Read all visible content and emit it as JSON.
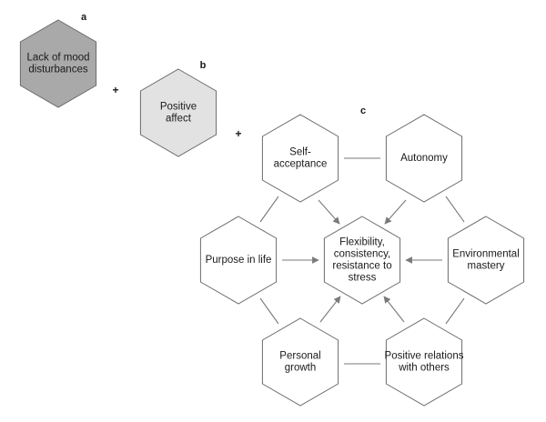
{
  "panels": {
    "a": "a",
    "b": "b",
    "c": "c"
  },
  "plus_signs": [
    "+",
    "+"
  ],
  "hexagons": {
    "lack_of_mood_disturbances": [
      "Lack of mood",
      "disturbances"
    ],
    "positive_affect": [
      "Positive",
      "affect"
    ],
    "self_acceptance": [
      "Self-",
      "acceptance"
    ],
    "autonomy": [
      "Autonomy"
    ],
    "purpose_in_life": [
      "Purpose in life"
    ],
    "center": [
      "Flexibility,",
      "consistency,",
      "resistance to",
      "stress"
    ],
    "environmental_mastery": [
      "Environmental",
      "mastery"
    ],
    "personal_growth": [
      "Personal",
      "growth"
    ],
    "positive_relations": [
      "Positive relations",
      "with others"
    ]
  },
  "colors": {
    "hex_dark": "#a9a9a9",
    "hex_light": "#e2e2e2",
    "hex_white": "#ffffff",
    "stroke": "#6b6b6b",
    "arrow": "#7a7a7a"
  }
}
